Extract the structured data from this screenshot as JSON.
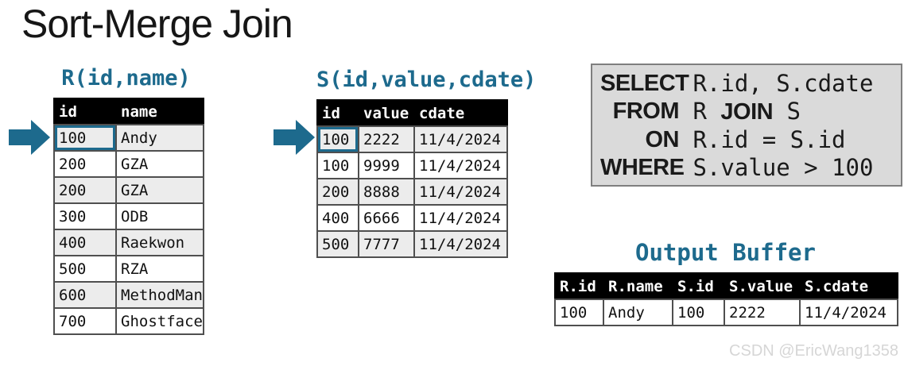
{
  "page": {
    "title": "Sort-Merge Join",
    "watermark": "CSDN @EricWang1358"
  },
  "colors": {
    "accent_teal": "#1d6a8d",
    "table_header_bg": "#000000",
    "table_header_text": "#ffffff",
    "row_alt_gray": "#ececec",
    "sql_box_bg": "#dadada",
    "sql_box_border": "#7f7f7f",
    "watermark_gray": "#d6d6d6"
  },
  "tables": {
    "r": {
      "title": "R(id,name)",
      "columns": [
        "id",
        "name"
      ],
      "rows": [
        [
          "100",
          "Andy"
        ],
        [
          "200",
          "GZA"
        ],
        [
          "200",
          "GZA"
        ],
        [
          "300",
          "ODB"
        ],
        [
          "400",
          "Raekwon"
        ],
        [
          "500",
          "RZA"
        ],
        [
          "600",
          "MethodMan"
        ],
        [
          "700",
          "Ghostface"
        ]
      ],
      "highlight_row": 0
    },
    "s": {
      "title": "S(id,value,cdate)",
      "columns": [
        "id",
        "value",
        "cdate"
      ],
      "rows": [
        [
          "100",
          "2222",
          "11/4/2024"
        ],
        [
          "100",
          "9999",
          "11/4/2024"
        ],
        [
          "200",
          "8888",
          "11/4/2024"
        ],
        [
          "400",
          "6666",
          "11/4/2024"
        ],
        [
          "500",
          "7777",
          "11/4/2024"
        ]
      ],
      "highlight_row": 0
    },
    "output": {
      "title": "Output Buffer",
      "columns": [
        "R.id",
        "R.name",
        "S.id",
        "S.value",
        "S.cdate"
      ],
      "rows": [
        [
          "100",
          "Andy",
          "100",
          "2222",
          "11/4/2024"
        ]
      ]
    }
  },
  "sql": {
    "lines": [
      {
        "kw": "SELECT",
        "segs": [
          {
            "t": " R.id, S.cdate"
          }
        ]
      },
      {
        "kw": "FROM",
        "segs": [
          {
            "t": " R "
          },
          {
            "t": "JOIN",
            "b": true
          },
          {
            "t": " S"
          }
        ]
      },
      {
        "kw": "ON",
        "segs": [
          {
            "t": " R.id = S.id"
          }
        ]
      },
      {
        "kw": "WHERE",
        "segs": [
          {
            "t": " S.value > 100"
          }
        ]
      }
    ]
  }
}
